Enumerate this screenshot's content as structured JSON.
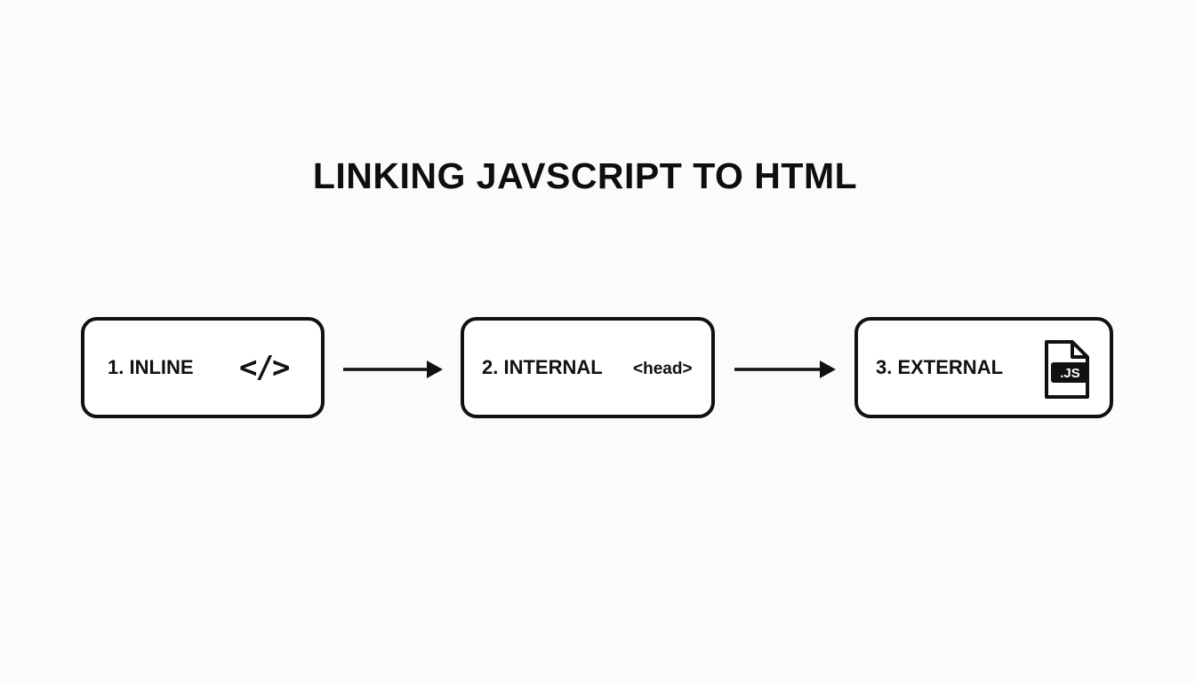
{
  "title": "LINKING JAVSCRIPT TO HTML",
  "steps": [
    {
      "label": "1. INLINE",
      "icon": "code-brackets-icon",
      "icon_text": "</>"
    },
    {
      "label": "2. INTERNAL",
      "icon": "head-tag",
      "icon_text": "<head>"
    },
    {
      "label": "3. EXTERNAL",
      "icon": "js-file-icon",
      "icon_text": ".JS"
    }
  ],
  "connectors": [
    "right-arrow",
    "right-arrow"
  ],
  "colors": {
    "stroke": "#111111",
    "background": "#fbfbfb",
    "box_fill": "#ffffff"
  }
}
